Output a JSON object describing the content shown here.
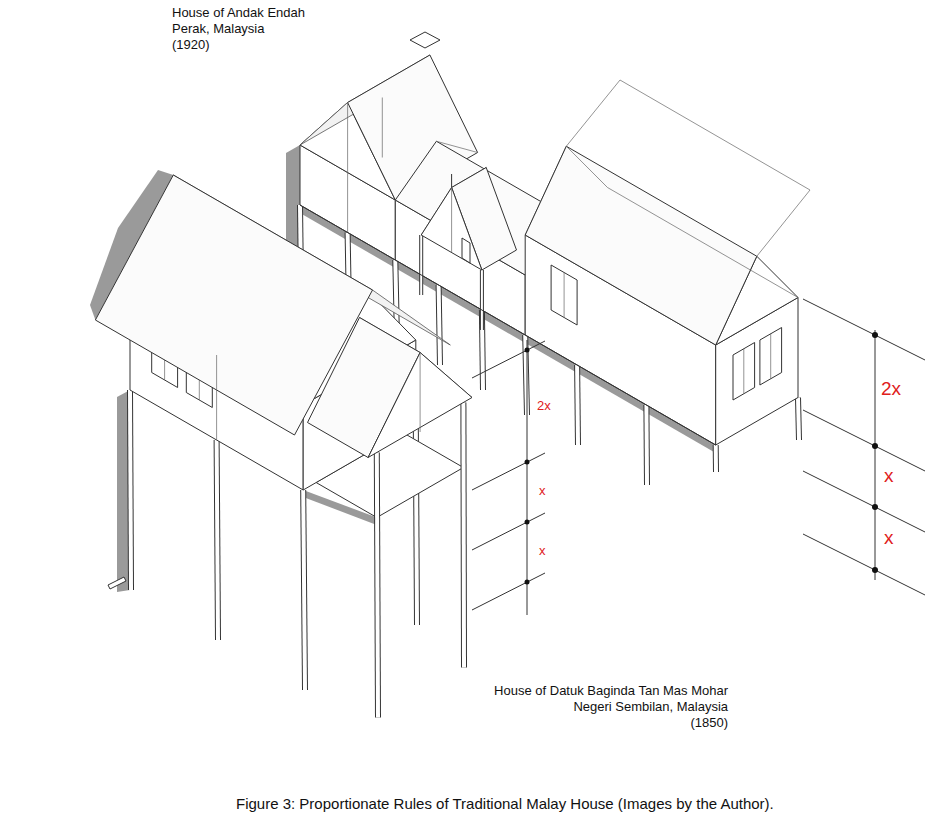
{
  "diagram": {
    "caption": "Figure 3: Proportionate Rules of Traditional Malay House (Images by the Author).",
    "labels": [
      "House of Andak Endah",
      "Perak, Malaysia",
      "(1920)",
      "2x",
      "x",
      "x",
      "2x",
      "x",
      "x",
      "House of Datuk Baginda Tan Mas Mohar",
      "Negeri Sembilan, Malaysia",
      "(1850)"
    ]
  }
}
